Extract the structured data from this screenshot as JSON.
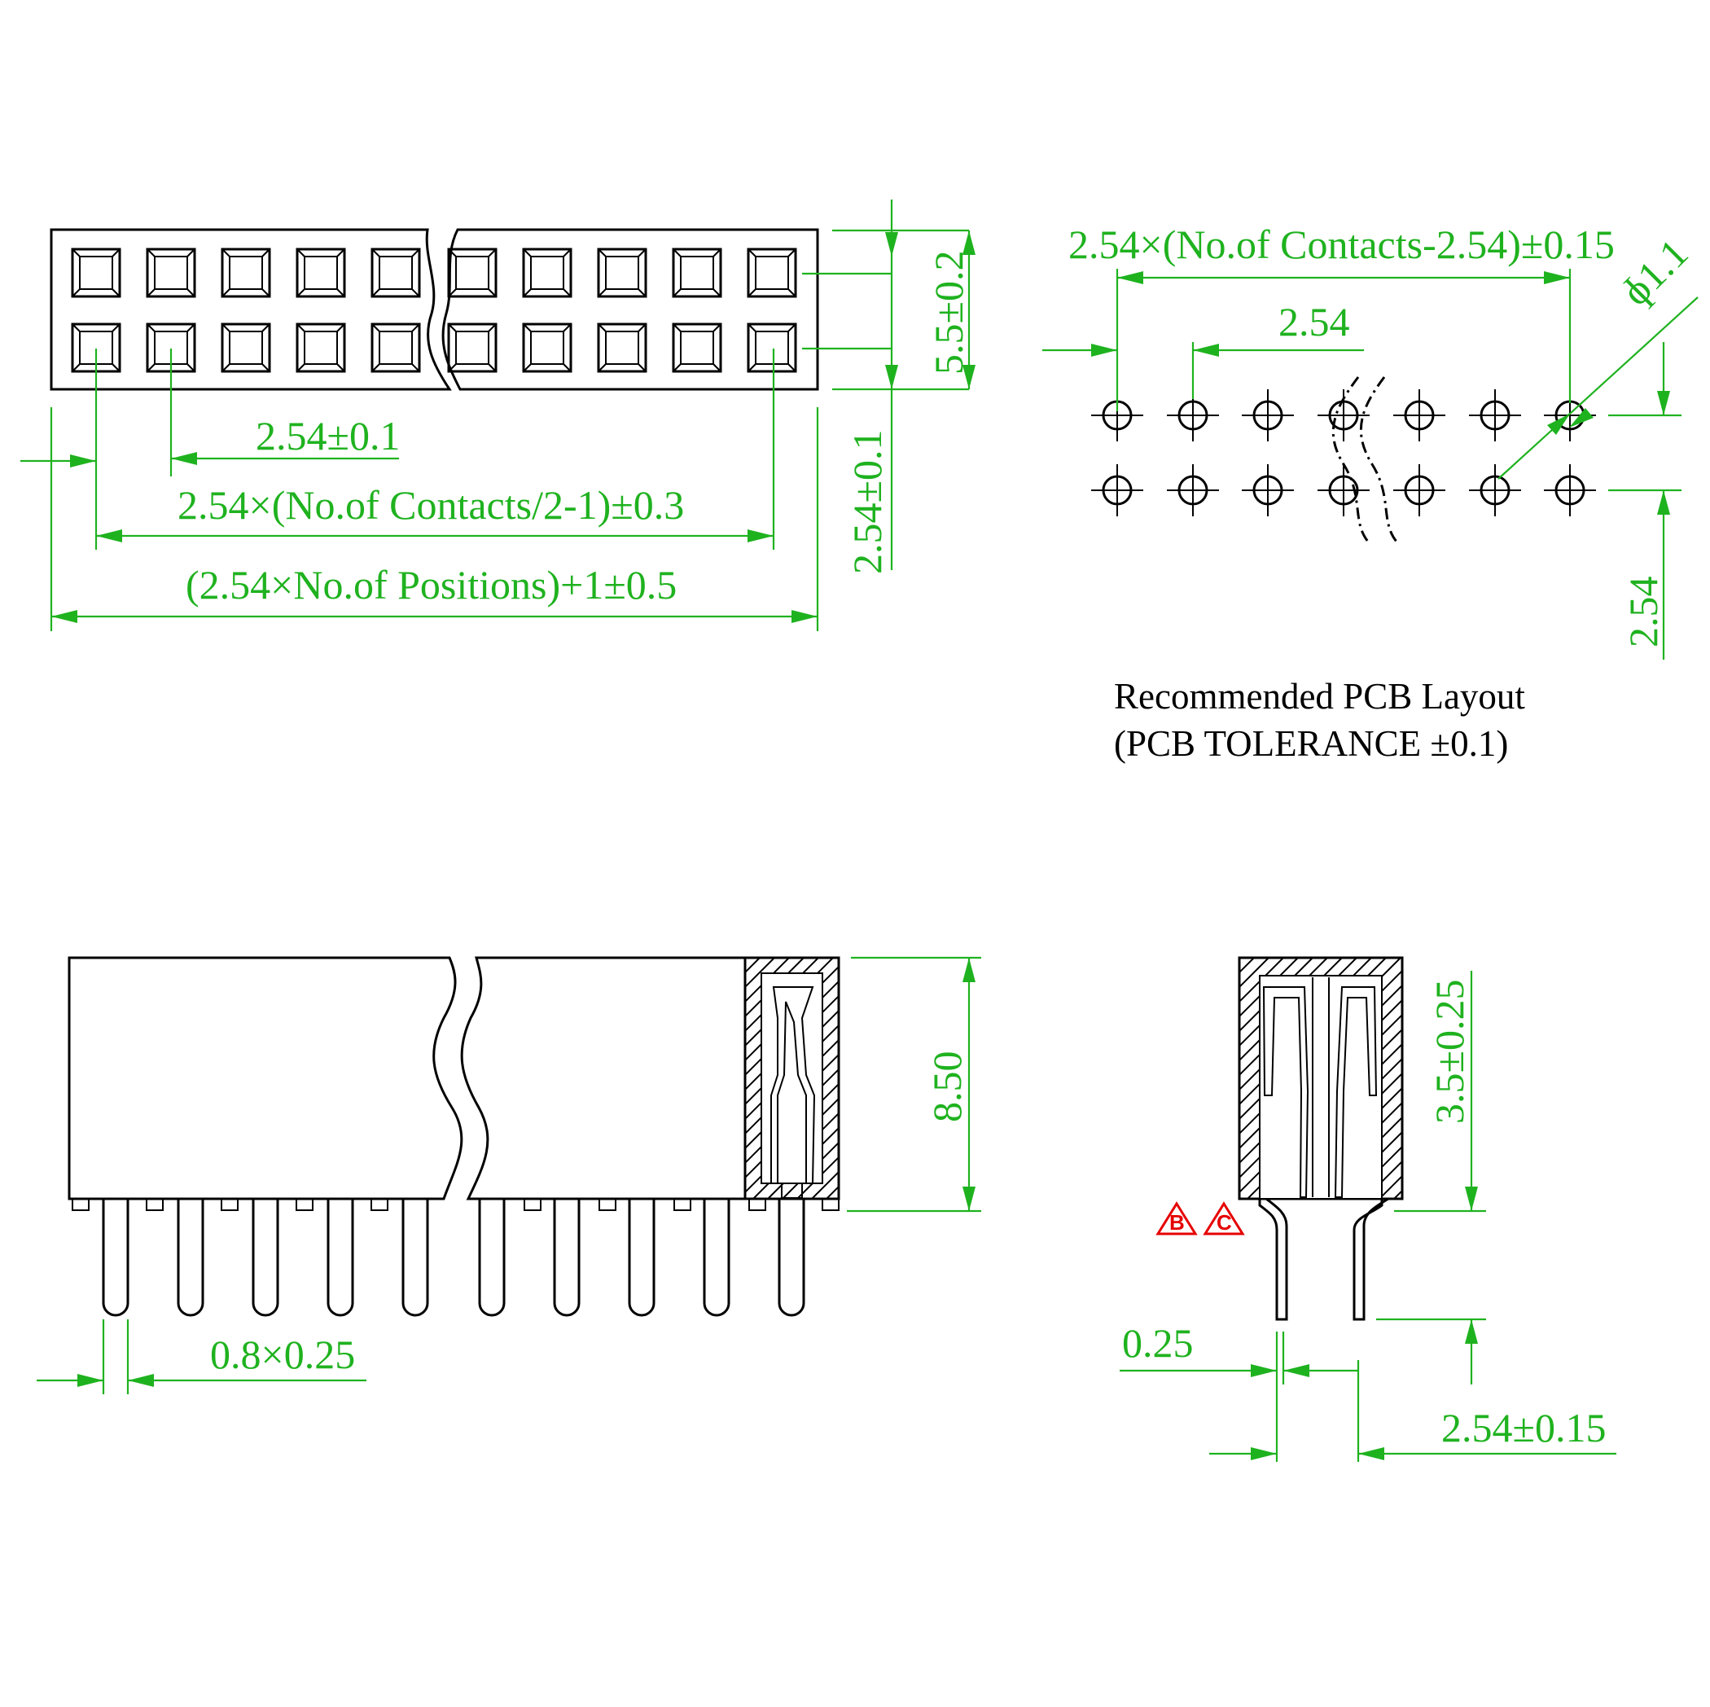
{
  "top_view": {
    "dims": {
      "body_height": "5.5±0.2",
      "pitch": "2.54±0.1",
      "first_to_last": "2.54×(No.of Contacts/2-1)±0.3",
      "overall_length": "(2.54×No.of Positions)+1±0.5",
      "row_pitch": "2.54±0.1"
    }
  },
  "pcb_layout": {
    "dims": {
      "span": "2.54×(No.of Contacts-2.54)±0.15",
      "pitch": "2.54",
      "hole_diameter": "ɸ1.1",
      "row_pitch": "2.54"
    },
    "caption_line1": "Recommended PCB Layout",
    "caption_line2": "(PCB TOLERANCE ±0.1)"
  },
  "side_view": {
    "dims": {
      "height": "8.50",
      "pin_size": "0.8×0.25"
    }
  },
  "end_view": {
    "dims": {
      "tail_length": "3.5±0.25",
      "thickness": "0.25",
      "row_spacing": "2.54±0.15"
    },
    "revision_marks": [
      "B",
      "C"
    ]
  },
  "colors": {
    "dimension": "#1fb21f",
    "outline": "#000000",
    "revision": "#e60000"
  }
}
